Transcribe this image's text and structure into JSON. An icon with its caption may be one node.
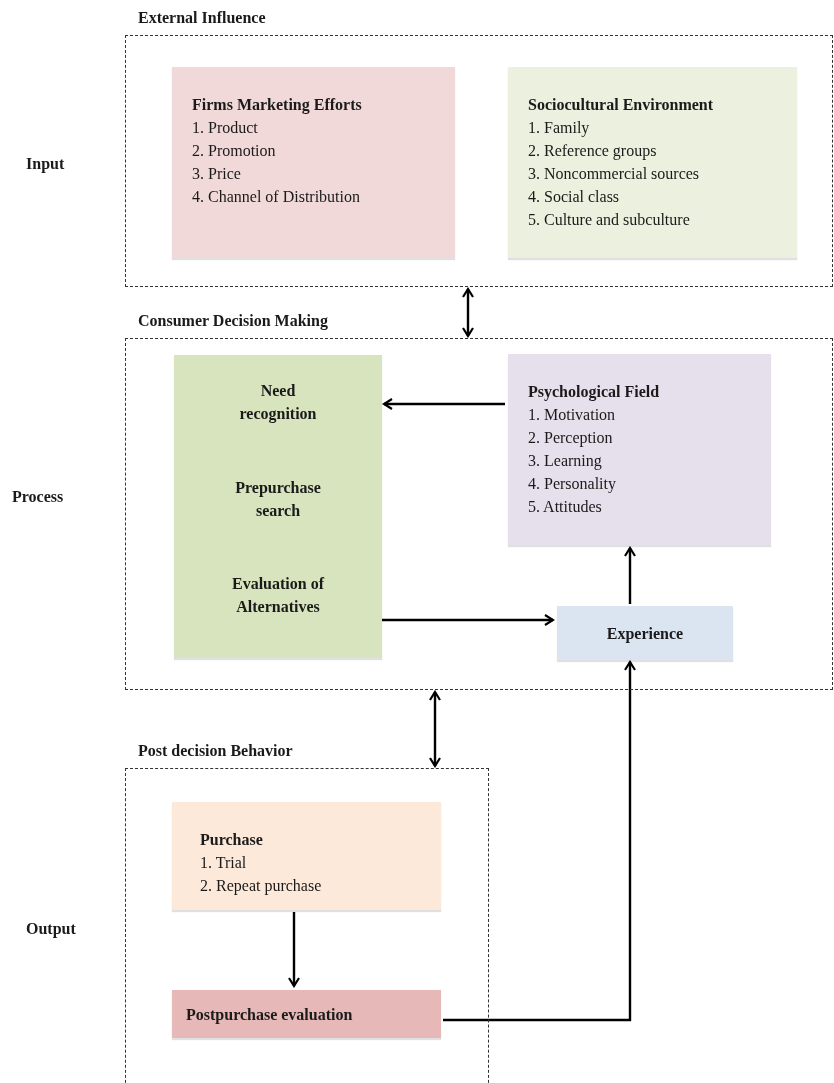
{
  "diagram": {
    "nodes": [
      {
        "text": [
          "External Influence"
        ]
      },
      {
        "text": [
          "Firms Marketing Efforts",
          "1. Product",
          "2. Promotion",
          "3. Price",
          "4. Channel of Distribution"
        ],
        "in": 0
      },
      {
        "text": [
          "Sociocultural Environment",
          "1. Family",
          "2. Reference groups",
          "3. Noncommercial sources",
          "4. Social class",
          "5. Culture and subculture"
        ],
        "in": 0
      },
      {
        "text": [
          "Consumer Decision Making"
        ]
      },
      {
        "text": [
          "Need recognition",
          "Prepurchase search",
          "Evaluation of Alternatives"
        ],
        "in": 3
      },
      {
        "text": [
          "Psychological Field",
          "1. Motivation",
          "2. Perception",
          "3. Learning",
          "4. Personality",
          "5. Attitudes"
        ],
        "in": 3
      },
      {
        "text": [
          "Experience"
        ],
        "in": 3
      },
      {
        "text": [
          "Post decision Behavior"
        ]
      },
      {
        "text": [
          "Purchase",
          "1. Trial",
          "2. Repeat purchase"
        ],
        "in": 7
      },
      {
        "text": [
          "Postpurchase evaluation"
        ],
        "in": 7
      }
    ],
    "edges": [
      {
        "from": 0,
        "to": 3,
        "arrow": "both"
      },
      {
        "from": 3,
        "to": 7,
        "arrow": "both"
      },
      {
        "from": 5,
        "to": 4,
        "arrow": "to"
      },
      {
        "from": 4,
        "to": 6,
        "arrow": "to"
      },
      {
        "from": 6,
        "to": 5,
        "arrow": "to"
      },
      {
        "from": 8,
        "to": 9,
        "arrow": "to"
      },
      {
        "from": 9,
        "to": 6,
        "arrow": "to"
      }
    ],
    "labels": [
      "Input",
      "Process",
      "Output"
    ]
  }
}
